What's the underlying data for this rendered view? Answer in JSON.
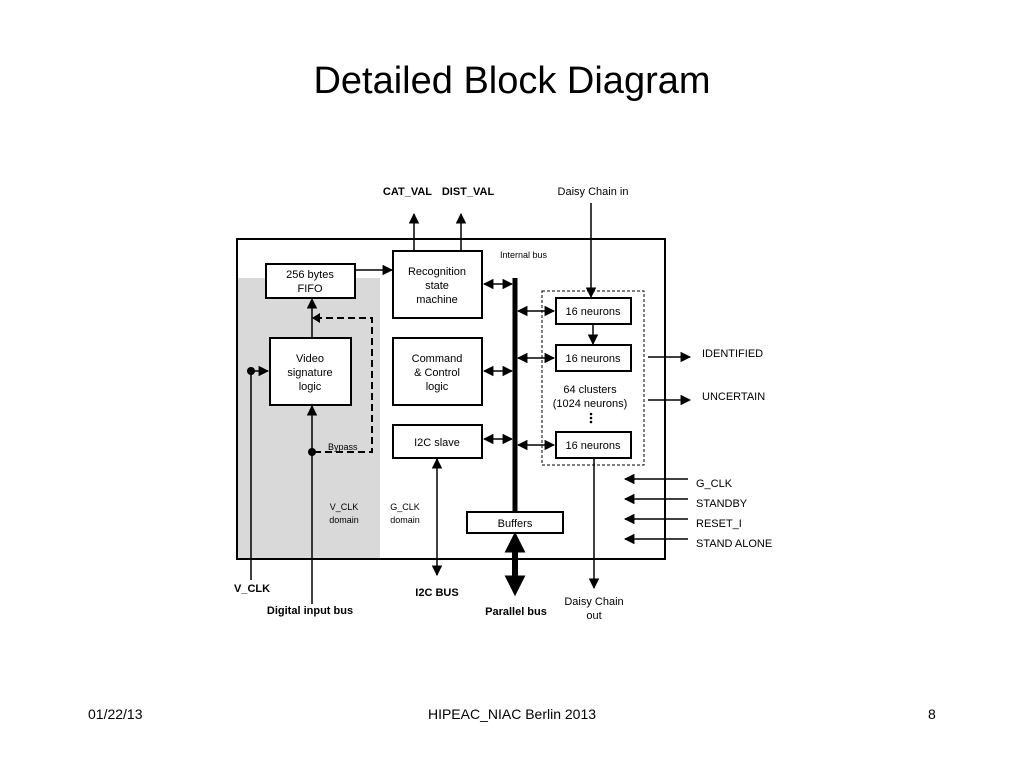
{
  "slide": {
    "title": "Detailed Block Diagram",
    "footer": {
      "date": "01/22/13",
      "event": "HIPEAC_NIAC Berlin 2013",
      "page": "8"
    }
  },
  "diagram": {
    "top_labels": {
      "cat_val": "CAT_VAL",
      "dist_val": "DIST_VAL",
      "daisy_in": "Daisy Chain in"
    },
    "internal_bus": "Internal bus",
    "fifo": [
      "256 bytes",
      "FIFO"
    ],
    "recognition": [
      "Recognition",
      "state",
      "machine"
    ],
    "command": [
      "Command",
      "& Control",
      "logic"
    ],
    "video": [
      "Video",
      "signature",
      "logic"
    ],
    "i2c_slave": "I2C slave",
    "buffers": "Buffers",
    "neurons": {
      "n1": "16 neurons",
      "n2": "16 neurons",
      "n3": "16 neurons"
    },
    "clusters": [
      "64 clusters",
      "(1024 neurons)"
    ],
    "bypass": "Bypass",
    "vclk_domain": [
      "V_CLK",
      "domain"
    ],
    "gclk_domain": [
      "G_CLK",
      "domain"
    ],
    "outputs": {
      "identified": "IDENTIFIED",
      "uncertain": "UNCERTAIN"
    },
    "inputs": {
      "g_clk": "G_CLK",
      "standby": "STANDBY",
      "reset": "RESET_I",
      "stand_alone": "STAND ALONE"
    },
    "bottom": {
      "v_clk": "V_CLK",
      "digital_input": "Digital input bus",
      "i2c_bus": "I2C BUS",
      "parallel_bus": "Parallel bus",
      "daisy_out": [
        "Daisy Chain",
        "out"
      ]
    },
    "colors": {
      "line": "#000000",
      "domain_fill": "#d9d9d9",
      "background": "#ffffff"
    }
  }
}
